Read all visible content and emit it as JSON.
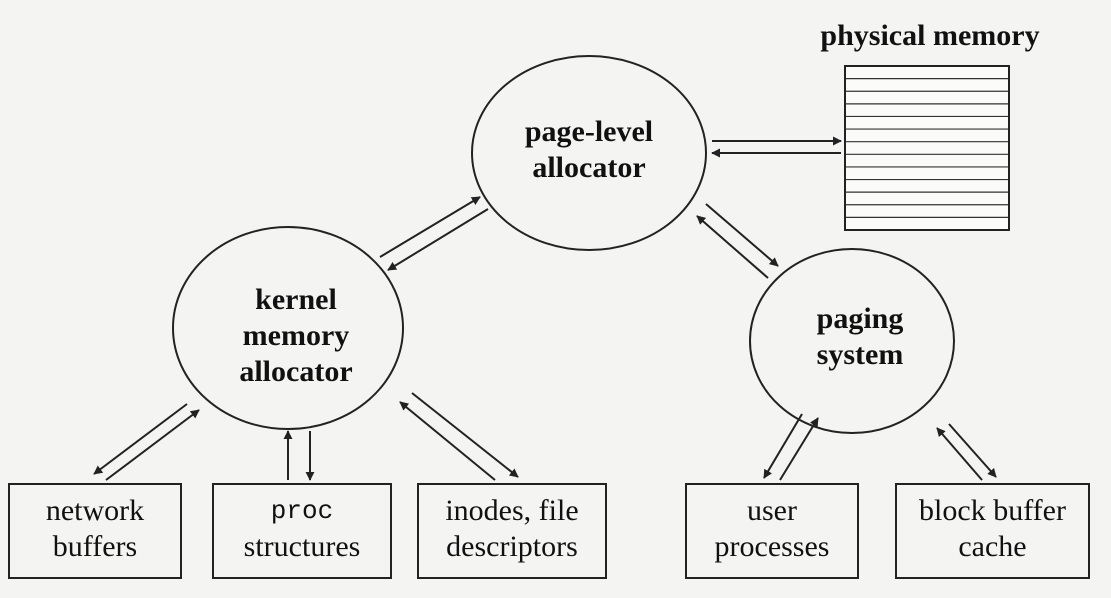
{
  "physical_memory": {
    "title": "physical memory"
  },
  "nodes": {
    "page_level_allocator": [
      "page-level",
      "allocator"
    ],
    "kernel_memory_allocator": [
      "kernel",
      "memory",
      "allocator"
    ],
    "paging_system": [
      "paging",
      "system"
    ]
  },
  "boxes": {
    "network_buffers": [
      "network",
      "buffers"
    ],
    "proc_structures": [
      "proc",
      "structures"
    ],
    "inodes": [
      "inodes, file",
      "descriptors"
    ],
    "user_processes": [
      "user",
      "processes"
    ],
    "block_buffer_cache": [
      "block buffer",
      "cache"
    ]
  }
}
